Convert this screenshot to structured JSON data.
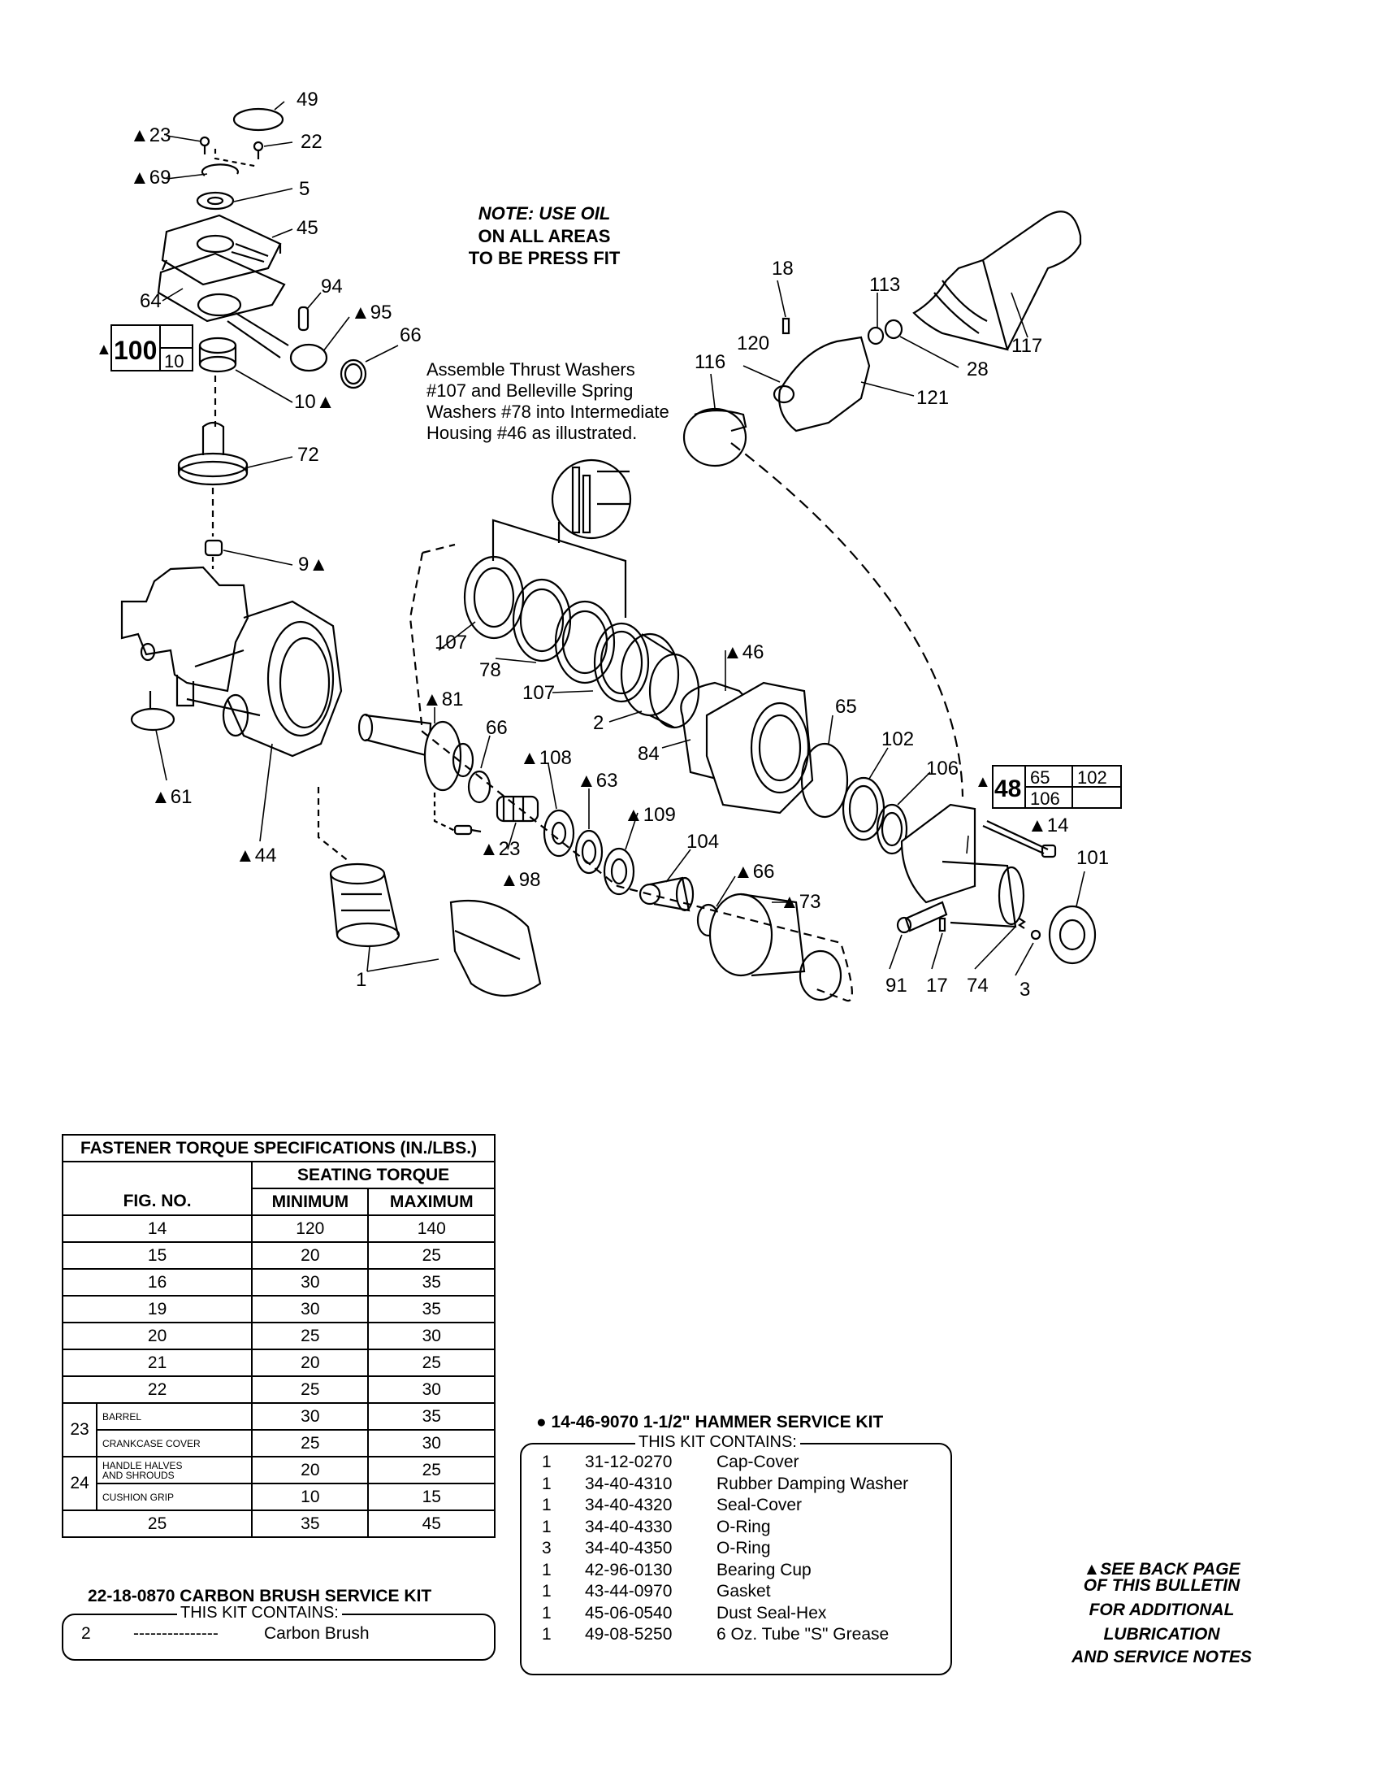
{
  "diagram": {
    "note_lines": [
      "NOTE: USE OIL",
      "ON ALL AREAS",
      "TO BE PRESS FIT"
    ],
    "assembly_note_lines": [
      "Assemble Thrust Washers",
      "#107 and Belleville Spring",
      "Washers #78 into Intermediate",
      "Housing #46 as illustrated."
    ],
    "part_labels": [
      "49",
      "▲23",
      "22",
      "▲69",
      "5",
      "45",
      "94",
      "64",
      "▲95",
      "66",
      "10▲",
      "72",
      "9▲",
      "▲61",
      "▲44",
      "107",
      "78",
      "107",
      "2",
      "84",
      "▲46",
      "▲81",
      "66",
      "▲108",
      "▲63",
      "▲109",
      "▲23",
      "▲98",
      "104",
      "▲66",
      "▲73",
      "1",
      "65",
      "102",
      "106",
      "▲14",
      "101",
      "91",
      "17",
      "74",
      "3",
      "18",
      "113",
      "120",
      "116",
      "121",
      "28",
      "117"
    ],
    "box_100": {
      "main": "100",
      "sub": "10"
    },
    "box_48": {
      "main": "48",
      "sub": [
        "65",
        "102",
        "106"
      ]
    }
  },
  "torque_table": {
    "title": "FASTENER TORQUE SPECIFICATIONS (IN./LBS.)",
    "seating": "SEATING TORQUE",
    "col_fig": "FIG. NO.",
    "col_min": "MINIMUM",
    "col_max": "MAXIMUM",
    "rows": [
      {
        "fig": "14",
        "min": "120",
        "max": "140"
      },
      {
        "fig": "15",
        "min": "20",
        "max": "25"
      },
      {
        "fig": "16",
        "min": "30",
        "max": "35"
      },
      {
        "fig": "19",
        "min": "30",
        "max": "35"
      },
      {
        "fig": "20",
        "min": "25",
        "max": "30"
      },
      {
        "fig": "21",
        "min": "20",
        "max": "25"
      },
      {
        "fig": "22",
        "min": "25",
        "max": "30"
      }
    ],
    "group23": {
      "fig": "23",
      "rows": [
        {
          "sub": "BARREL",
          "min": "30",
          "max": "35"
        },
        {
          "sub": "CRANKCASE COVER",
          "min": "25",
          "max": "30"
        }
      ]
    },
    "group24": {
      "fig": "24",
      "rows": [
        {
          "sub1": "HANDLE HALVES",
          "sub2": "AND SHROUDS",
          "min": "20",
          "max": "25"
        },
        {
          "sub": "CUSHION GRIP",
          "min": "10",
          "max": "15"
        }
      ]
    },
    "last_row": {
      "fig": "25",
      "min": "35",
      "max": "45"
    }
  },
  "brush_kit": {
    "title": "22-18-0870 CARBON BRUSH SERVICE KIT",
    "caption": "THIS KIT CONTAINS:",
    "qty": "2",
    "part": "---------------",
    "desc": "Carbon Brush"
  },
  "hammer_kit": {
    "bullet": "●",
    "title": "14-46-9070 1-1/2\" HAMMER SERVICE KIT",
    "caption": "THIS KIT CONTAINS:",
    "items": [
      {
        "qty": "1",
        "part": "31-12-0270",
        "desc": "Cap-Cover"
      },
      {
        "qty": "1",
        "part": "34-40-4310",
        "desc": "Rubber Damping Washer"
      },
      {
        "qty": "1",
        "part": "34-40-4320",
        "desc": "Seal-Cover"
      },
      {
        "qty": "1",
        "part": "34-40-4330",
        "desc": "O-Ring"
      },
      {
        "qty": "3",
        "part": "34-40-4350",
        "desc": "O-Ring"
      },
      {
        "qty": "1",
        "part": "42-96-0130",
        "desc": "Bearing Cup"
      },
      {
        "qty": "1",
        "part": "43-44-0970",
        "desc": "Gasket"
      },
      {
        "qty": "1",
        "part": "45-06-0540",
        "desc": "Dust Seal-Hex"
      },
      {
        "qty": "1",
        "part": "49-08-5250",
        "desc": "6 Oz. Tube \"S\" Grease"
      }
    ]
  },
  "back_note": {
    "lines": [
      "▲SEE BACK PAGE",
      "OF THIS BULLETIN",
      "FOR ADDITIONAL",
      "LUBRICATION",
      "AND SERVICE NOTES"
    ]
  }
}
